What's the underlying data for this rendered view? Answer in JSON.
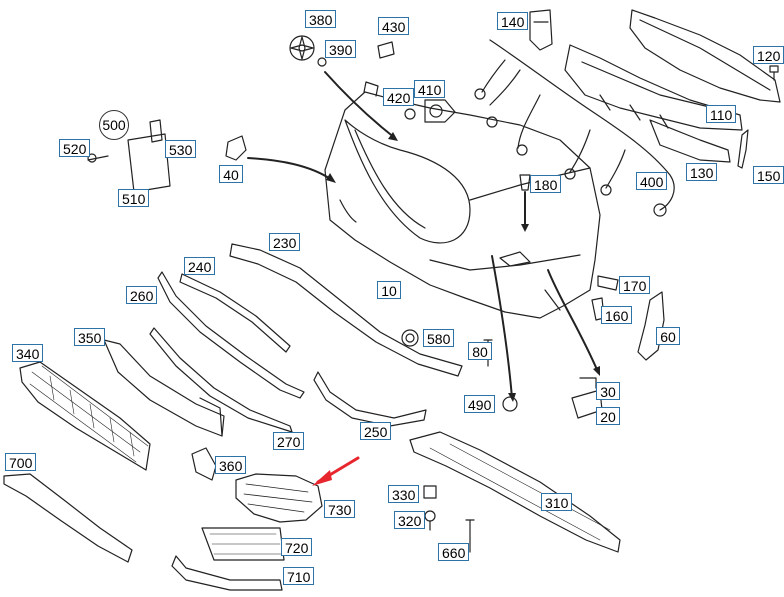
{
  "labels": {
    "p10": "10",
    "p20": "20",
    "p30": "30",
    "p40": "40",
    "p60": "60",
    "p80": "80",
    "p110": "110",
    "p120": "120",
    "p130": "130",
    "p140": "140",
    "p150": "150",
    "p160": "160",
    "p170": "170",
    "p180": "180",
    "p230": "230",
    "p240": "240",
    "p250": "250",
    "p260": "260",
    "p270": "270",
    "p310": "310",
    "p320": "320",
    "p330": "330",
    "p340": "340",
    "p350": "350",
    "p360": "360",
    "p380": "380",
    "p390": "390",
    "p400": "400",
    "p410": "410",
    "p420": "420",
    "p430": "430",
    "p490": "490",
    "p500": "500",
    "p510": "510",
    "p520": "520",
    "p530": "530",
    "p580": "580",
    "p660": "660",
    "p700": "700",
    "p710": "710",
    "p720": "720",
    "p730": "730"
  },
  "colors": {
    "line": "#222222",
    "label_border": "#2d73a8",
    "arrow": "#e8262d"
  }
}
